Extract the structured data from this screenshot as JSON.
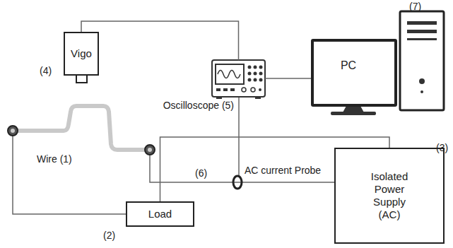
{
  "diagram": {
    "nodes": [
      {
        "text": [
          "Vigo"
        ]
      },
      {
        "text": [
          "Oscilloscope (5)"
        ]
      },
      {
        "text": [
          "PC"
        ]
      },
      {
        "text": [
          "Load"
        ]
      },
      {
        "text": [
          "Isolated Power Supply (AC)"
        ]
      }
    ],
    "edges": [
      {
        "from": 0,
        "to": 1,
        "arrow": "none"
      },
      {
        "from": 1,
        "to": 2,
        "arrow": "none"
      },
      {
        "from": 3,
        "to": 4,
        "arrow": "none"
      }
    ],
    "labels": [
      "(4)",
      "(7)",
      "Wire (1)",
      "(6)",
      "AC current Probe",
      "(3)",
      "(2)"
    ]
  }
}
